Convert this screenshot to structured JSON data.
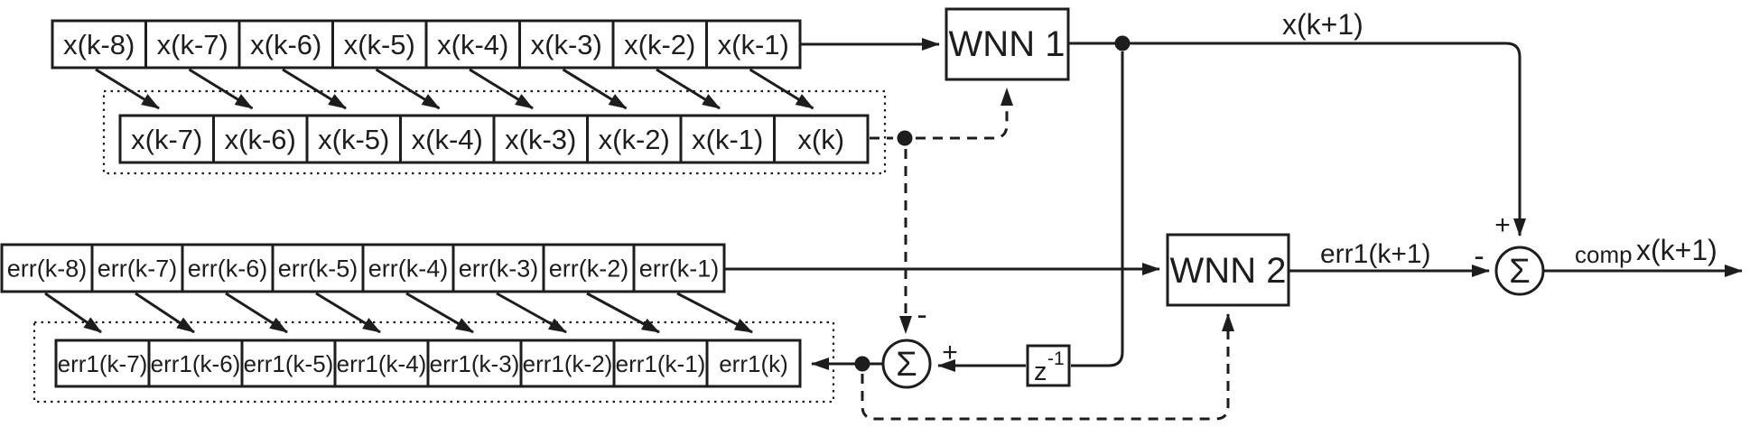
{
  "registers": {
    "x_input": {
      "cells": [
        "x(k-8)",
        "x(k-7)",
        "x(k-6)",
        "x(k-5)",
        "x(k-4)",
        "x(k-3)",
        "x(k-2)",
        "x(k-1)"
      ]
    },
    "x_shifted": {
      "cells": [
        "x(k-7)",
        "x(k-6)",
        "x(k-5)",
        "x(k-4)",
        "x(k-3)",
        "x(k-2)",
        "x(k-1)",
        "x(k)"
      ]
    },
    "err_input": {
      "cells": [
        "err(k-8)",
        "err(k-7)",
        "err(k-6)",
        "err(k-5)",
        "err(k-4)",
        "err(k-3)",
        "err(k-2)",
        "err(k-1)"
      ]
    },
    "err1_shifted": {
      "cells": [
        "err1(k-7)",
        "err1(k-6)",
        "err1(k-5)",
        "err1(k-4)",
        "err1(k-3)",
        "err1(k-2)",
        "err1(k-1)",
        "err1(k)"
      ]
    }
  },
  "blocks": {
    "wnn1": "WNN 1",
    "wnn2": "WNN 2",
    "delay_base": "z",
    "delay_exponent": "-1"
  },
  "summing_junctions": {
    "sum1": {
      "symbol": "Σ",
      "top_input_sign": "-",
      "right_input_sign": "+"
    },
    "sum2": {
      "symbol": "Σ",
      "top_input_sign": "+",
      "left_input_sign": "-"
    }
  },
  "signal_labels": {
    "wnn1_output": "x(k+1)",
    "wnn2_output": "err1(k+1)",
    "final_output_prefix": "comp",
    "final_output": "x(k+1)"
  },
  "colors": {
    "line": "#1d1d1d",
    "background": "#ffffff"
  }
}
